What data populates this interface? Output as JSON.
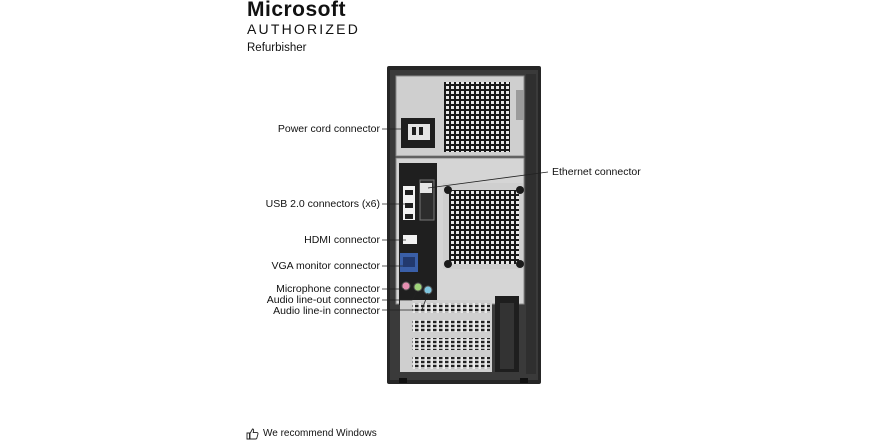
{
  "brand": {
    "title": "Microsoft",
    "subtitle": "AUTHORIZED",
    "tagline": "Refurbisher"
  },
  "callouts": {
    "power_cord": "Power cord connector",
    "usb": "USB 2.0 connectors (x6)",
    "hdmi": "HDMI connector",
    "vga": "VGA monitor connector",
    "microphone": "Microphone connector",
    "line_out": "Audio line-out connector",
    "line_in": "Audio line-in connector",
    "ethernet": "Ethernet connector"
  },
  "footer": {
    "text": "We recommend Windows",
    "icon": "thumbs-up-icon"
  },
  "colors": {
    "case_body": "#2a2a2a",
    "panel": "#cfcfcf",
    "vga_port": "#3a5fa8",
    "mic_port": "#e58fb0",
    "line_out_port": "#9fd37a",
    "line_in_port": "#7fc7e0"
  }
}
